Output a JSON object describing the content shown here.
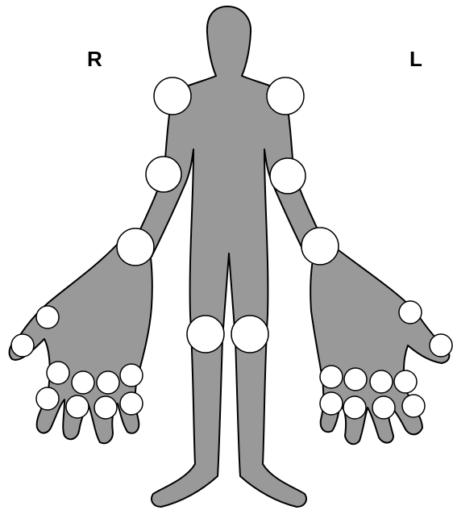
{
  "labels": {
    "right": "R",
    "left": "L"
  },
  "colors": {
    "body_fill": "#999999",
    "outline": "#000000",
    "joint_fill": "#ffffff",
    "background": "#ffffff"
  },
  "joints": [
    "right-shoulder",
    "left-shoulder",
    "right-elbow",
    "left-elbow",
    "right-wrist",
    "left-wrist",
    "right-knee",
    "left-knee",
    "right-thumb-ip",
    "right-thumb-mcp",
    "left-thumb-ip",
    "left-thumb-mcp",
    "right-pip-1",
    "right-pip-2",
    "right-pip-3",
    "right-pip-4",
    "right-mcp-1",
    "right-mcp-2",
    "right-mcp-3",
    "right-mcp-4",
    "left-pip-1",
    "left-pip-2",
    "left-pip-3",
    "left-pip-4",
    "left-mcp-1",
    "left-mcp-2",
    "left-mcp-3",
    "left-mcp-4"
  ]
}
